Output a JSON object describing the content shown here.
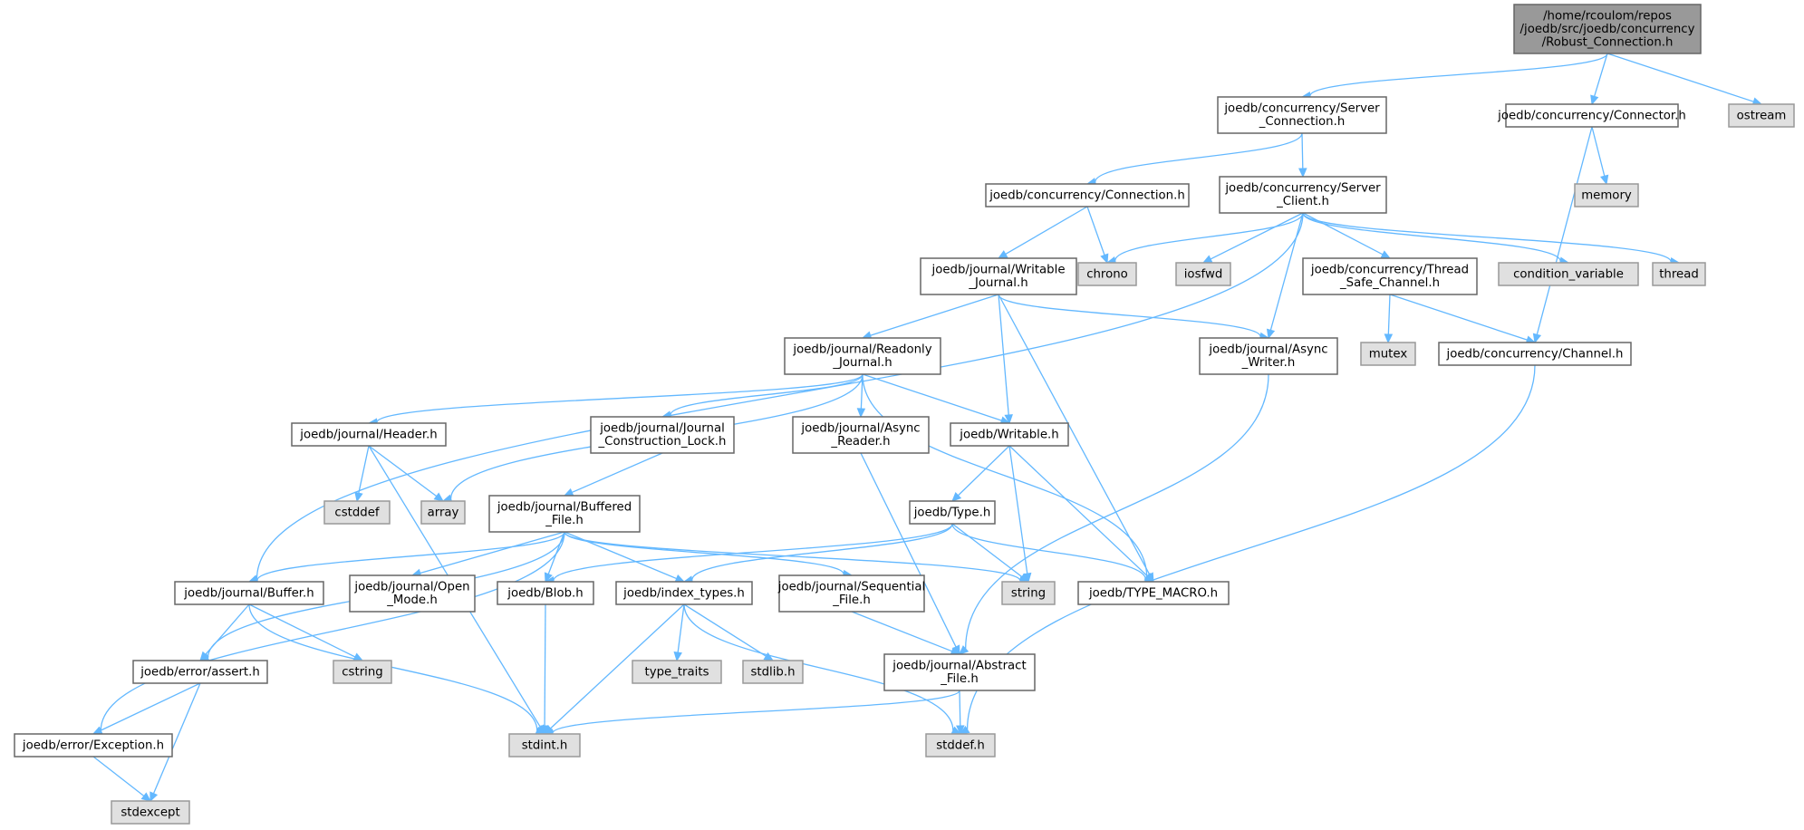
{
  "diagram": {
    "colors": {
      "edge": "#63b8ff",
      "node_border": "#666666",
      "system_fill": "#e0e0e0",
      "root_fill": "#999999"
    },
    "nodes": [
      {
        "id": "robust",
        "lines": [
          "/home/rcoulom/repos",
          "/joedb/src/joedb/concurrency",
          "/Robust_Connection.h"
        ],
        "kind": "root"
      },
      {
        "id": "server_conn",
        "lines": [
          "joedb/concurrency/Server",
          "_Connection.h"
        ],
        "kind": "file"
      },
      {
        "id": "connector",
        "lines": [
          "joedb/concurrency/Connector.h"
        ],
        "kind": "file"
      },
      {
        "id": "ostream",
        "lines": [
          "ostream"
        ],
        "kind": "sys"
      },
      {
        "id": "memory",
        "lines": [
          "memory"
        ],
        "kind": "sys"
      },
      {
        "id": "connection",
        "lines": [
          "joedb/concurrency/Connection.h"
        ],
        "kind": "file"
      },
      {
        "id": "server_client",
        "lines": [
          "joedb/concurrency/Server",
          "_Client.h"
        ],
        "kind": "file"
      },
      {
        "id": "writable_journal",
        "lines": [
          "joedb/journal/Writable",
          "_Journal.h"
        ],
        "kind": "file"
      },
      {
        "id": "chrono",
        "lines": [
          "chrono"
        ],
        "kind": "sys"
      },
      {
        "id": "iosfwd",
        "lines": [
          "iosfwd"
        ],
        "kind": "sys"
      },
      {
        "id": "thread_safe",
        "lines": [
          "joedb/concurrency/Thread",
          "_Safe_Channel.h"
        ],
        "kind": "file"
      },
      {
        "id": "condition_variable",
        "lines": [
          "condition_variable"
        ],
        "kind": "sys"
      },
      {
        "id": "thread",
        "lines": [
          "thread"
        ],
        "kind": "sys"
      },
      {
        "id": "readonly_journal",
        "lines": [
          "joedb/journal/Readonly",
          "_Journal.h"
        ],
        "kind": "file"
      },
      {
        "id": "async_writer",
        "lines": [
          "joedb/journal/Async",
          "_Writer.h"
        ],
        "kind": "file"
      },
      {
        "id": "mutex",
        "lines": [
          "mutex"
        ],
        "kind": "sys"
      },
      {
        "id": "channel",
        "lines": [
          "joedb/concurrency/Channel.h"
        ],
        "kind": "file"
      },
      {
        "id": "header",
        "lines": [
          "joedb/journal/Header.h"
        ],
        "kind": "file"
      },
      {
        "id": "jcl",
        "lines": [
          "joedb/journal/Journal",
          "_Construction_Lock.h"
        ],
        "kind": "file"
      },
      {
        "id": "async_reader",
        "lines": [
          "joedb/journal/Async",
          "_Reader.h"
        ],
        "kind": "file"
      },
      {
        "id": "writable",
        "lines": [
          "joedb/Writable.h"
        ],
        "kind": "file"
      },
      {
        "id": "cstddef",
        "lines": [
          "cstddef"
        ],
        "kind": "sys"
      },
      {
        "id": "array",
        "lines": [
          "array"
        ],
        "kind": "sys"
      },
      {
        "id": "buffered_file",
        "lines": [
          "joedb/journal/Buffered",
          "_File.h"
        ],
        "kind": "file"
      },
      {
        "id": "type",
        "lines": [
          "joedb/Type.h"
        ],
        "kind": "file"
      },
      {
        "id": "buffer",
        "lines": [
          "joedb/journal/Buffer.h"
        ],
        "kind": "file"
      },
      {
        "id": "open_mode",
        "lines": [
          "joedb/journal/Open",
          "_Mode.h"
        ],
        "kind": "file"
      },
      {
        "id": "blob",
        "lines": [
          "joedb/Blob.h"
        ],
        "kind": "file"
      },
      {
        "id": "index_types",
        "lines": [
          "joedb/index_types.h"
        ],
        "kind": "file"
      },
      {
        "id": "sequential_file",
        "lines": [
          "joedb/journal/Sequential",
          "_File.h"
        ],
        "kind": "file"
      },
      {
        "id": "string",
        "lines": [
          "string"
        ],
        "kind": "sys"
      },
      {
        "id": "type_macro",
        "lines": [
          "joedb/TYPE_MACRO.h"
        ],
        "kind": "file"
      },
      {
        "id": "assert",
        "lines": [
          "joedb/error/assert.h"
        ],
        "kind": "file"
      },
      {
        "id": "cstring",
        "lines": [
          "cstring"
        ],
        "kind": "sys"
      },
      {
        "id": "type_traits",
        "lines": [
          "type_traits"
        ],
        "kind": "sys"
      },
      {
        "id": "stdlib",
        "lines": [
          "stdlib.h"
        ],
        "kind": "sys"
      },
      {
        "id": "abstract_file",
        "lines": [
          "joedb/journal/Abstract",
          "_File.h"
        ],
        "kind": "file"
      },
      {
        "id": "exception",
        "lines": [
          "joedb/error/Exception.h"
        ],
        "kind": "file"
      },
      {
        "id": "stdint",
        "lines": [
          "stdint.h"
        ],
        "kind": "sys"
      },
      {
        "id": "stddef",
        "lines": [
          "stddef.h"
        ],
        "kind": "sys"
      },
      {
        "id": "stdexcept",
        "lines": [
          "stdexcept"
        ],
        "kind": "sys"
      }
    ],
    "edges": [
      [
        "robust",
        "server_conn"
      ],
      [
        "robust",
        "connector"
      ],
      [
        "robust",
        "ostream"
      ],
      [
        "connector",
        "memory"
      ],
      [
        "connector",
        "channel"
      ],
      [
        "server_conn",
        "connection"
      ],
      [
        "server_conn",
        "server_client"
      ],
      [
        "connection",
        "writable_journal"
      ],
      [
        "connection",
        "chrono"
      ],
      [
        "server_client",
        "buffer"
      ],
      [
        "server_client",
        "chrono"
      ],
      [
        "server_client",
        "iosfwd"
      ],
      [
        "server_client",
        "async_writer"
      ],
      [
        "server_client",
        "thread_safe"
      ],
      [
        "server_client",
        "condition_variable"
      ],
      [
        "server_client",
        "thread"
      ],
      [
        "thread_safe",
        "mutex"
      ],
      [
        "thread_safe",
        "channel"
      ],
      [
        "writable_journal",
        "readonly_journal"
      ],
      [
        "writable_journal",
        "writable"
      ],
      [
        "writable_journal",
        "async_writer"
      ],
      [
        "writable_journal",
        "type_macro"
      ],
      [
        "readonly_journal",
        "header"
      ],
      [
        "readonly_journal",
        "array"
      ],
      [
        "readonly_journal",
        "jcl"
      ],
      [
        "readonly_journal",
        "async_reader"
      ],
      [
        "readonly_journal",
        "writable"
      ],
      [
        "readonly_journal",
        "type_macro"
      ],
      [
        "header",
        "cstddef"
      ],
      [
        "header",
        "array"
      ],
      [
        "header",
        "stdint"
      ],
      [
        "jcl",
        "buffered_file"
      ],
      [
        "async_reader",
        "abstract_file"
      ],
      [
        "async_writer",
        "abstract_file"
      ],
      [
        "channel",
        "stddef"
      ],
      [
        "writable",
        "type"
      ],
      [
        "writable",
        "string"
      ],
      [
        "writable",
        "type_macro"
      ],
      [
        "type",
        "blob"
      ],
      [
        "type",
        "index_types"
      ],
      [
        "type",
        "string"
      ],
      [
        "type",
        "type_macro"
      ],
      [
        "buffered_file",
        "buffer"
      ],
      [
        "buffered_file",
        "open_mode"
      ],
      [
        "buffered_file",
        "blob"
      ],
      [
        "buffered_file",
        "index_types"
      ],
      [
        "buffered_file",
        "sequential_file"
      ],
      [
        "buffered_file",
        "string"
      ],
      [
        "buffered_file",
        "assert"
      ],
      [
        "buffered_file",
        "exception"
      ],
      [
        "buffer",
        "assert"
      ],
      [
        "buffer",
        "cstring"
      ],
      [
        "buffer",
        "stdint"
      ],
      [
        "blob",
        "stdint"
      ],
      [
        "index_types",
        "type_traits"
      ],
      [
        "index_types",
        "stdlib"
      ],
      [
        "index_types",
        "stdint"
      ],
      [
        "index_types",
        "stddef"
      ],
      [
        "sequential_file",
        "abstract_file"
      ],
      [
        "abstract_file",
        "stdint"
      ],
      [
        "abstract_file",
        "stddef"
      ],
      [
        "assert",
        "exception"
      ],
      [
        "assert",
        "stdexcept"
      ],
      [
        "exception",
        "stdexcept"
      ]
    ]
  }
}
